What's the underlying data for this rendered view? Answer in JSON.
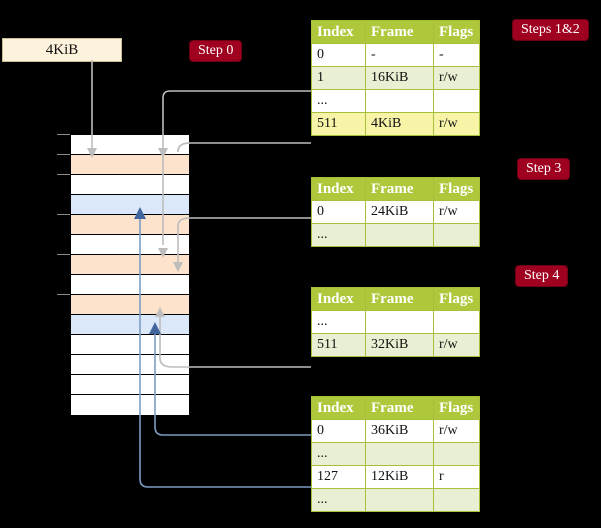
{
  "diagram": {
    "title_absent": true,
    "source_box": {
      "label": "4KiB"
    },
    "badges": {
      "step0": "Step 0",
      "steps12": "Steps 1&2",
      "step3": "Step 3",
      "step4": "Step 4"
    },
    "memory_grid": {
      "rows": 14,
      "row_colors": [
        "white",
        "orange",
        "white",
        "blue",
        "orange",
        "white",
        "orange",
        "white",
        "orange",
        "blue",
        "white",
        "white",
        "white",
        "white"
      ],
      "tick_rows": [
        0,
        1,
        2,
        4,
        6,
        8
      ]
    },
    "tables": [
      {
        "name": "level4-page-table",
        "columns": [
          "Index",
          "Frame",
          "Flags"
        ],
        "rows": [
          {
            "style": "plain",
            "cells": [
              "0",
              "-",
              "-"
            ]
          },
          {
            "style": "alt",
            "cells": [
              "1",
              "16KiB",
              "r/w"
            ]
          },
          {
            "style": "plain",
            "cells": [
              "...",
              "",
              ""
            ]
          },
          {
            "style": "highlight",
            "cells": [
              "511",
              "4KiB",
              "r/w"
            ]
          }
        ]
      },
      {
        "name": "level3-page-table",
        "columns": [
          "Index",
          "Frame",
          "Flags"
        ],
        "rows": [
          {
            "style": "plain",
            "cells": [
              "0",
              "24KiB",
              "r/w"
            ]
          },
          {
            "style": "alt",
            "cells": [
              "...",
              "",
              ""
            ]
          }
        ]
      },
      {
        "name": "level2-page-table",
        "columns": [
          "Index",
          "Frame",
          "Flags"
        ],
        "rows": [
          {
            "style": "plain",
            "cells": [
              "...",
              "",
              ""
            ]
          },
          {
            "style": "alt",
            "cells": [
              "511",
              "32KiB",
              "r/w"
            ]
          }
        ]
      },
      {
        "name": "level1-page-table",
        "columns": [
          "Index",
          "Frame",
          "Flags"
        ],
        "rows": [
          {
            "style": "plain",
            "cells": [
              "0",
              "36KiB",
              "r/w"
            ]
          },
          {
            "style": "alt",
            "cells": [
              "...",
              "",
              ""
            ]
          },
          {
            "style": "plain",
            "cells": [
              "127",
              "12KiB",
              "r"
            ]
          },
          {
            "style": "alt",
            "cells": [
              "...",
              "",
              ""
            ]
          }
        ]
      }
    ],
    "colors": {
      "background": "#000000",
      "table_header": "#aec83c",
      "table_alt_row": "#e9efd2",
      "table_highlight_row": "#f7f4a8",
      "badge": "#a00020",
      "source_box": "#fdf3dc",
      "grid_orange": "#fde3cc",
      "grid_blue": "#dbe8fa",
      "wire_gray": "#bdbdbd",
      "wire_blue": "#7c9cc4"
    }
  }
}
